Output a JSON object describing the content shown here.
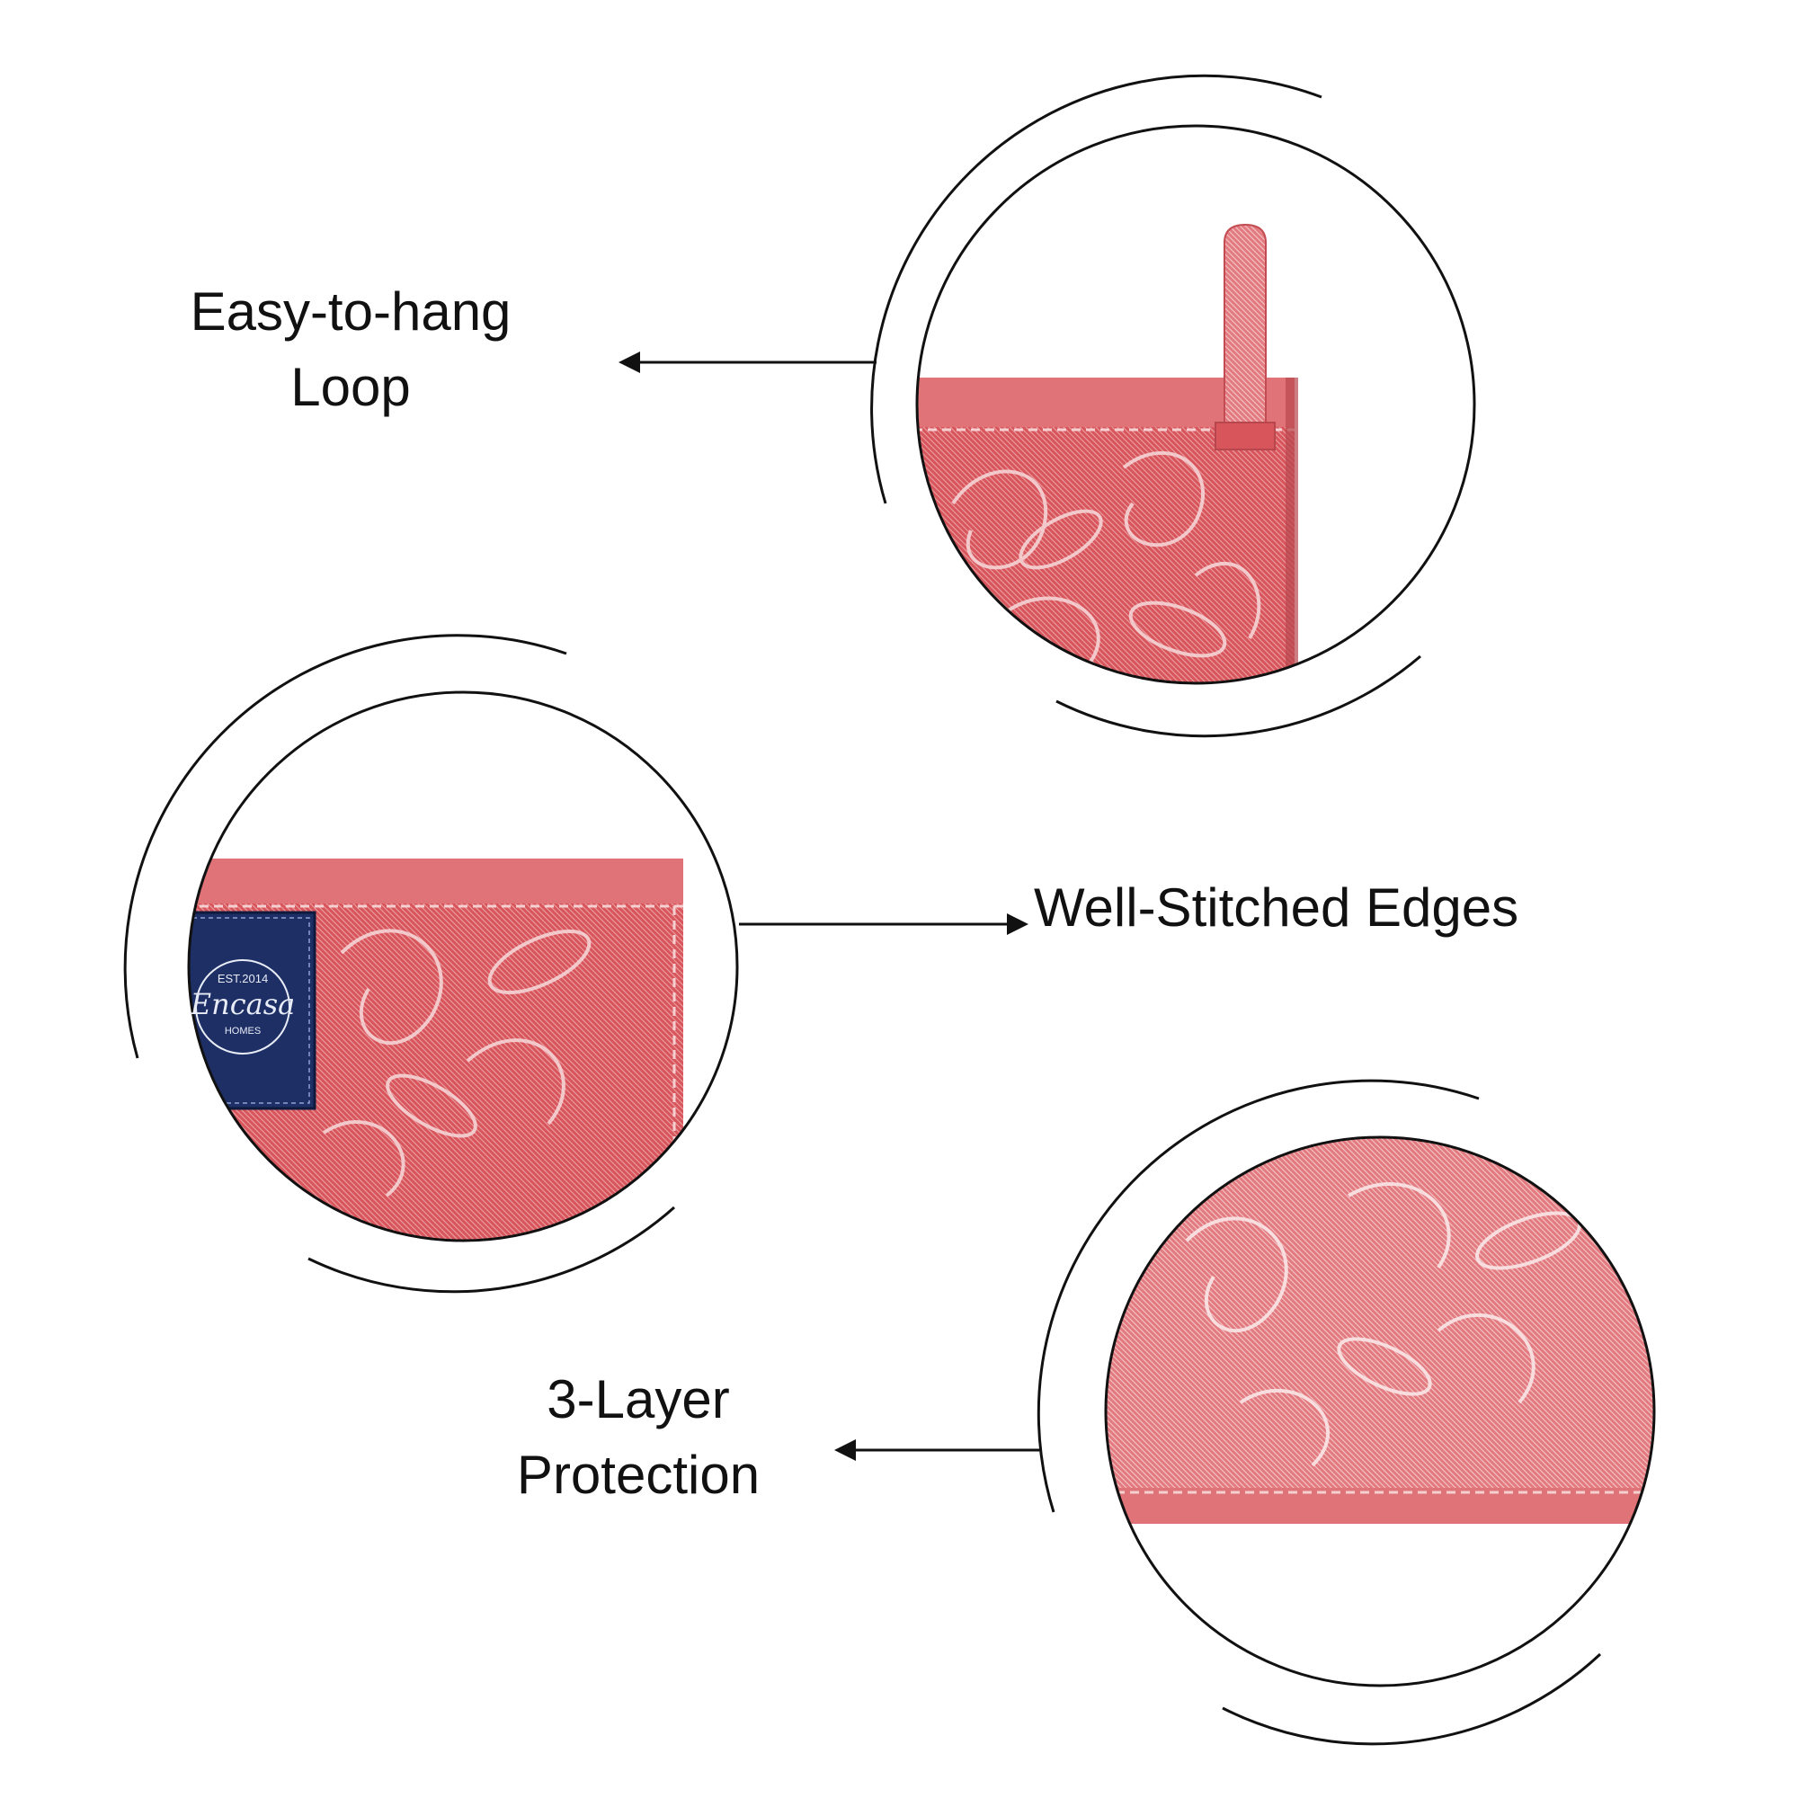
{
  "callouts": [
    {
      "label_line1": "Easy-to-hang",
      "label_line2": "Loop"
    },
    {
      "label_line1": "Well-Stitched Edges",
      "label_line2": ""
    },
    {
      "label_line1": "3-Layer",
      "label_line2": "Protection"
    }
  ],
  "brand_tag": {
    "est": "EST.2014",
    "name": "Encasa",
    "sub": "HOMES"
  },
  "colors": {
    "fabric_red": "#d8555c",
    "fabric_light": "#e9a4a6",
    "tag_navy": "#1e2f66",
    "line": "#111111"
  }
}
